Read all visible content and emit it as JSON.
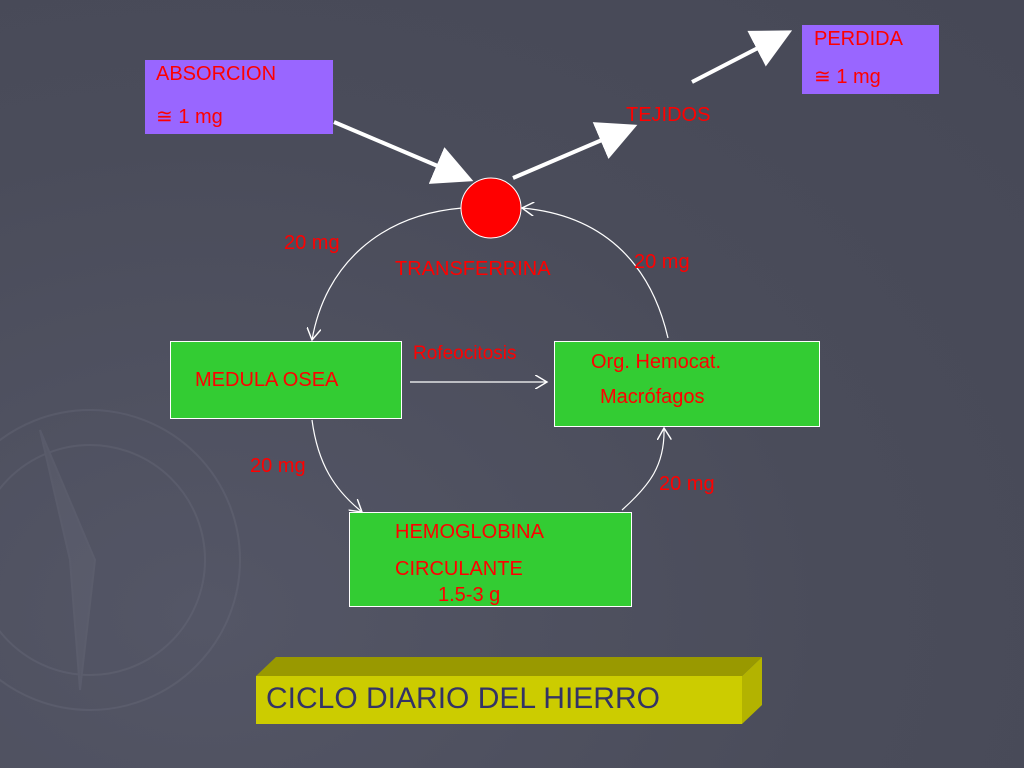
{
  "absorcion": {
    "label": "ABSORCION",
    "value": "≅ 1 mg"
  },
  "perdida": {
    "label": "PERDIDA",
    "value": "≅ 1 mg"
  },
  "tejidos": "TEJIDOS",
  "transferrina": "TRANSFERRINA",
  "flow_top_left": "20 mg",
  "flow_top_right": "20 mg",
  "flow_bottom_left": "20 mg",
  "flow_bottom_right": "20 mg",
  "medula": "MEDULA OSEA",
  "rofeocitosis": "Rofeocitosis",
  "org_hemocat": {
    "line1": "Org. Hemocat.",
    "line2": "Macrófagos"
  },
  "hemoglobina": {
    "line1": "HEMOGLOBINA",
    "line2": "CIRCULANTE",
    "line3": "1.5-3 g"
  },
  "title": "CICLO DIARIO DEL HIERRO",
  "colors": {
    "label_text": "#ff0000",
    "purple_box": "#9966ff",
    "green_box": "#33cc33",
    "title_front": "#cccc00",
    "title_top": "#999900"
  }
}
